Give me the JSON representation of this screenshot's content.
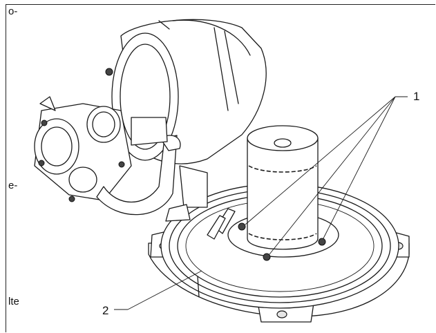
{
  "margin_text": {
    "top": "o-",
    "middle": "e-",
    "bottom": "lte"
  },
  "callouts": {
    "label_1": "1",
    "label_2": "2"
  }
}
